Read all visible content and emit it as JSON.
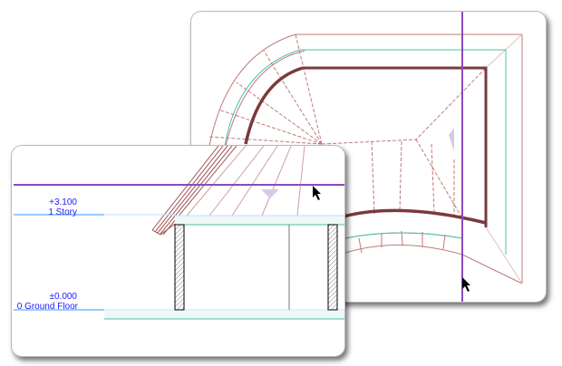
{
  "plan_window": {
    "name": "floor-plan-view"
  },
  "section_window": {
    "levels": [
      {
        "elevation": "+3.100",
        "name": "1 Story"
      },
      {
        "elevation": "±0.000",
        "name": "0 Ground Floor"
      }
    ]
  },
  "colors": {
    "roof": "#7a3a3a",
    "roof_light": "#c08080",
    "wall_outline": "#48c0a8",
    "section_line": "#8a4ac0",
    "level_line": "#3399ff",
    "label": "#1a1aff"
  },
  "icons": [
    "cursor-arrow-icon",
    "section-marker-icon"
  ]
}
